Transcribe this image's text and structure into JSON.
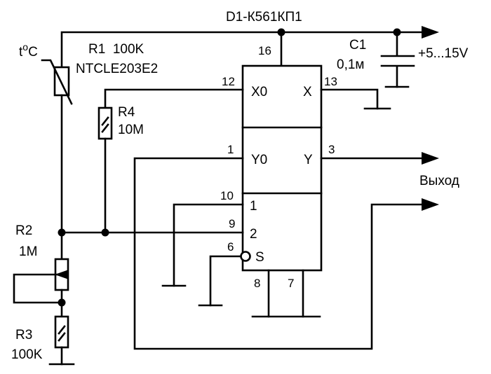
{
  "schematic": {
    "chip": {
      "name": "D1-К561КП1",
      "pins": {
        "vdd": "16",
        "x0": "12",
        "x": "13",
        "y0": "1",
        "y": "3",
        "a1": "10",
        "a2": "9",
        "s": "6",
        "gnd1": "8",
        "gnd2": "7"
      },
      "labels": {
        "x0": "X0",
        "x": "X",
        "y0": "Y0",
        "y": "Y",
        "a1": "1",
        "a2": "2",
        "s": "S"
      }
    },
    "components": {
      "r1": {
        "label": "R1  100K",
        "part": "NTCLE203E2",
        "temp": "t",
        "temp_sup": "o",
        "temp_unit": "C"
      },
      "r4": {
        "ref": "R4",
        "value": "10M"
      },
      "r2": {
        "ref": "R2",
        "value": "1M"
      },
      "r3": {
        "ref": "R3",
        "value": "100K"
      },
      "c1": {
        "ref": "C1",
        "value": "0,1м"
      }
    },
    "power_label": "+5...15V",
    "output_label": "Выход"
  }
}
